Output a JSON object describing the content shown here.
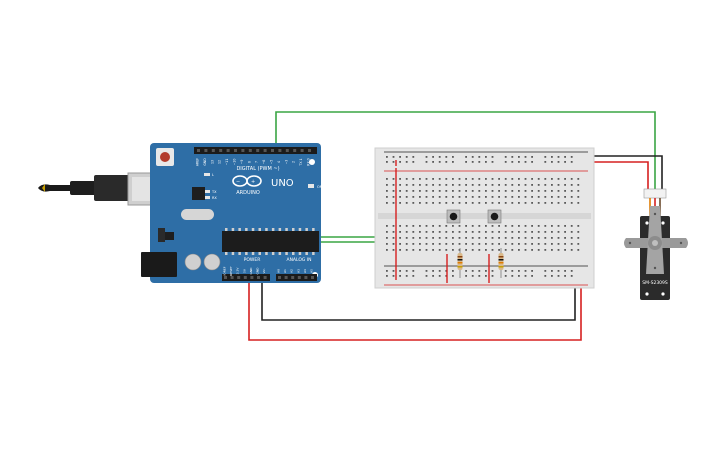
{
  "arduino": {
    "brand_label": "ARDUINO",
    "model_label": "UNO",
    "digital_header_label": "DIGITAL (PWM ~)",
    "power_header_label": "POWER",
    "analog_header_label": "ANALOG IN",
    "top_pin_labels": [
      "AREF",
      "GND",
      "13",
      "12",
      "~11",
      "~10",
      "~9",
      "8",
      "7",
      "~6",
      "~5",
      "4",
      "~3",
      "2",
      "TX 1",
      "RX 0"
    ],
    "bottom_pin_labels": [
      "IOREF",
      "RESET",
      "3.3V",
      "5V",
      "GND",
      "GND",
      "Vin",
      "A0",
      "A1",
      "A2",
      "A3",
      "A4",
      "A5"
    ],
    "led_labels": [
      "L",
      "TX",
      "RX"
    ],
    "on_label": "ON"
  },
  "servo": {
    "model_label": "SM-S2309S"
  },
  "colors": {
    "board_blue": "#2e6ea6",
    "wire_green": "#3aa544",
    "wire_red": "#d62020",
    "wire_black": "#222222",
    "breadboard": "#e6e6e6",
    "servo_body": "#2b2b2b"
  }
}
